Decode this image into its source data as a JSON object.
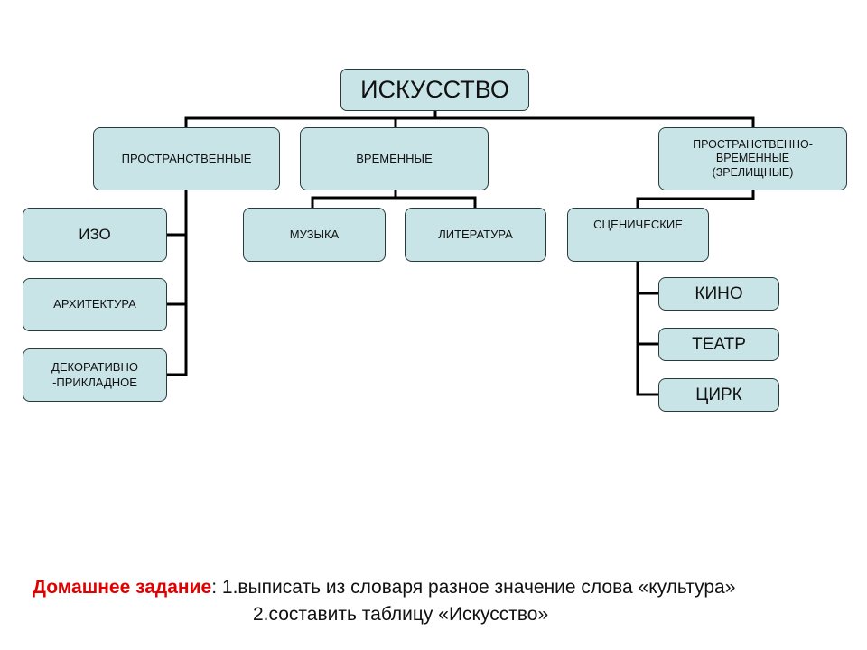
{
  "diagram": {
    "root": "ИСКУССТВО",
    "categories": {
      "spatial": "ПРОСТРАНСТВЕННЫЕ",
      "temporal": "ВРЕМЕННЫЕ",
      "spatiotemporal_lines": [
        "ПРОСТРАНСТВЕННО-",
        "ВРЕМЕННЫЕ",
        "(ЗРЕЛИЩНЫЕ)"
      ]
    },
    "spatial_items": {
      "izo": "ИЗО",
      "architecture": "АРХИТЕКТУРА",
      "decorative_lines": [
        "ДЕКОРАТИВНО",
        "-ПРИКЛАДНОЕ"
      ]
    },
    "temporal_items": {
      "music": "МУЗЫКА",
      "literature": "ЛИТЕРАТУРА"
    },
    "spatiotemporal_items": {
      "stage": "СЦЕНИЧЕСКИЕ"
    },
    "stage_items": {
      "cinema": "КИНО",
      "theatre": "ТЕАТР",
      "circus": "ЦИРК"
    }
  },
  "homework": {
    "label": "Домашнее задание",
    "separator": ":",
    "task1": " 1.выписать из словаря разное значение слова «культура»",
    "task2": "2.составить таблицу «Искусство»"
  }
}
